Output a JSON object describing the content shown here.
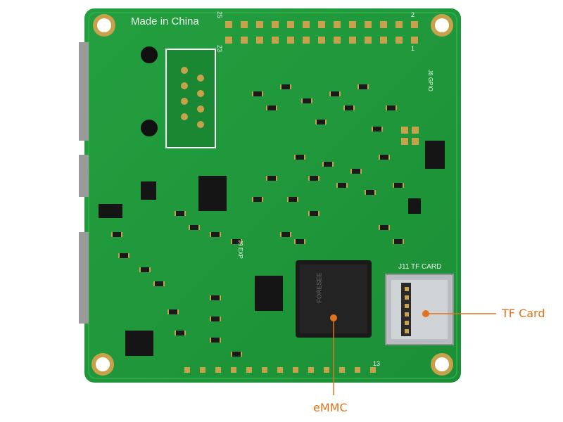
{
  "board": {
    "made_in": "Made in China",
    "pin_left_top": "25",
    "pin_left_bottom": "23",
    "pin_right_top": "2",
    "pin_right_bottom": "1",
    "tf_slot_label": "J11 TF CARD",
    "gpio_header_label": "J6 GPIO",
    "expansion_label": "J9 EXP",
    "emmc_chip_text": "FORESEE",
    "pin_one_bottom": "13",
    "colors": {
      "pcb": "#1f9a3a",
      "pad": "#c8a24a",
      "accent": "#e2731e"
    }
  },
  "callouts": {
    "tf_card": "TF Card",
    "emmc": "eMMC"
  }
}
